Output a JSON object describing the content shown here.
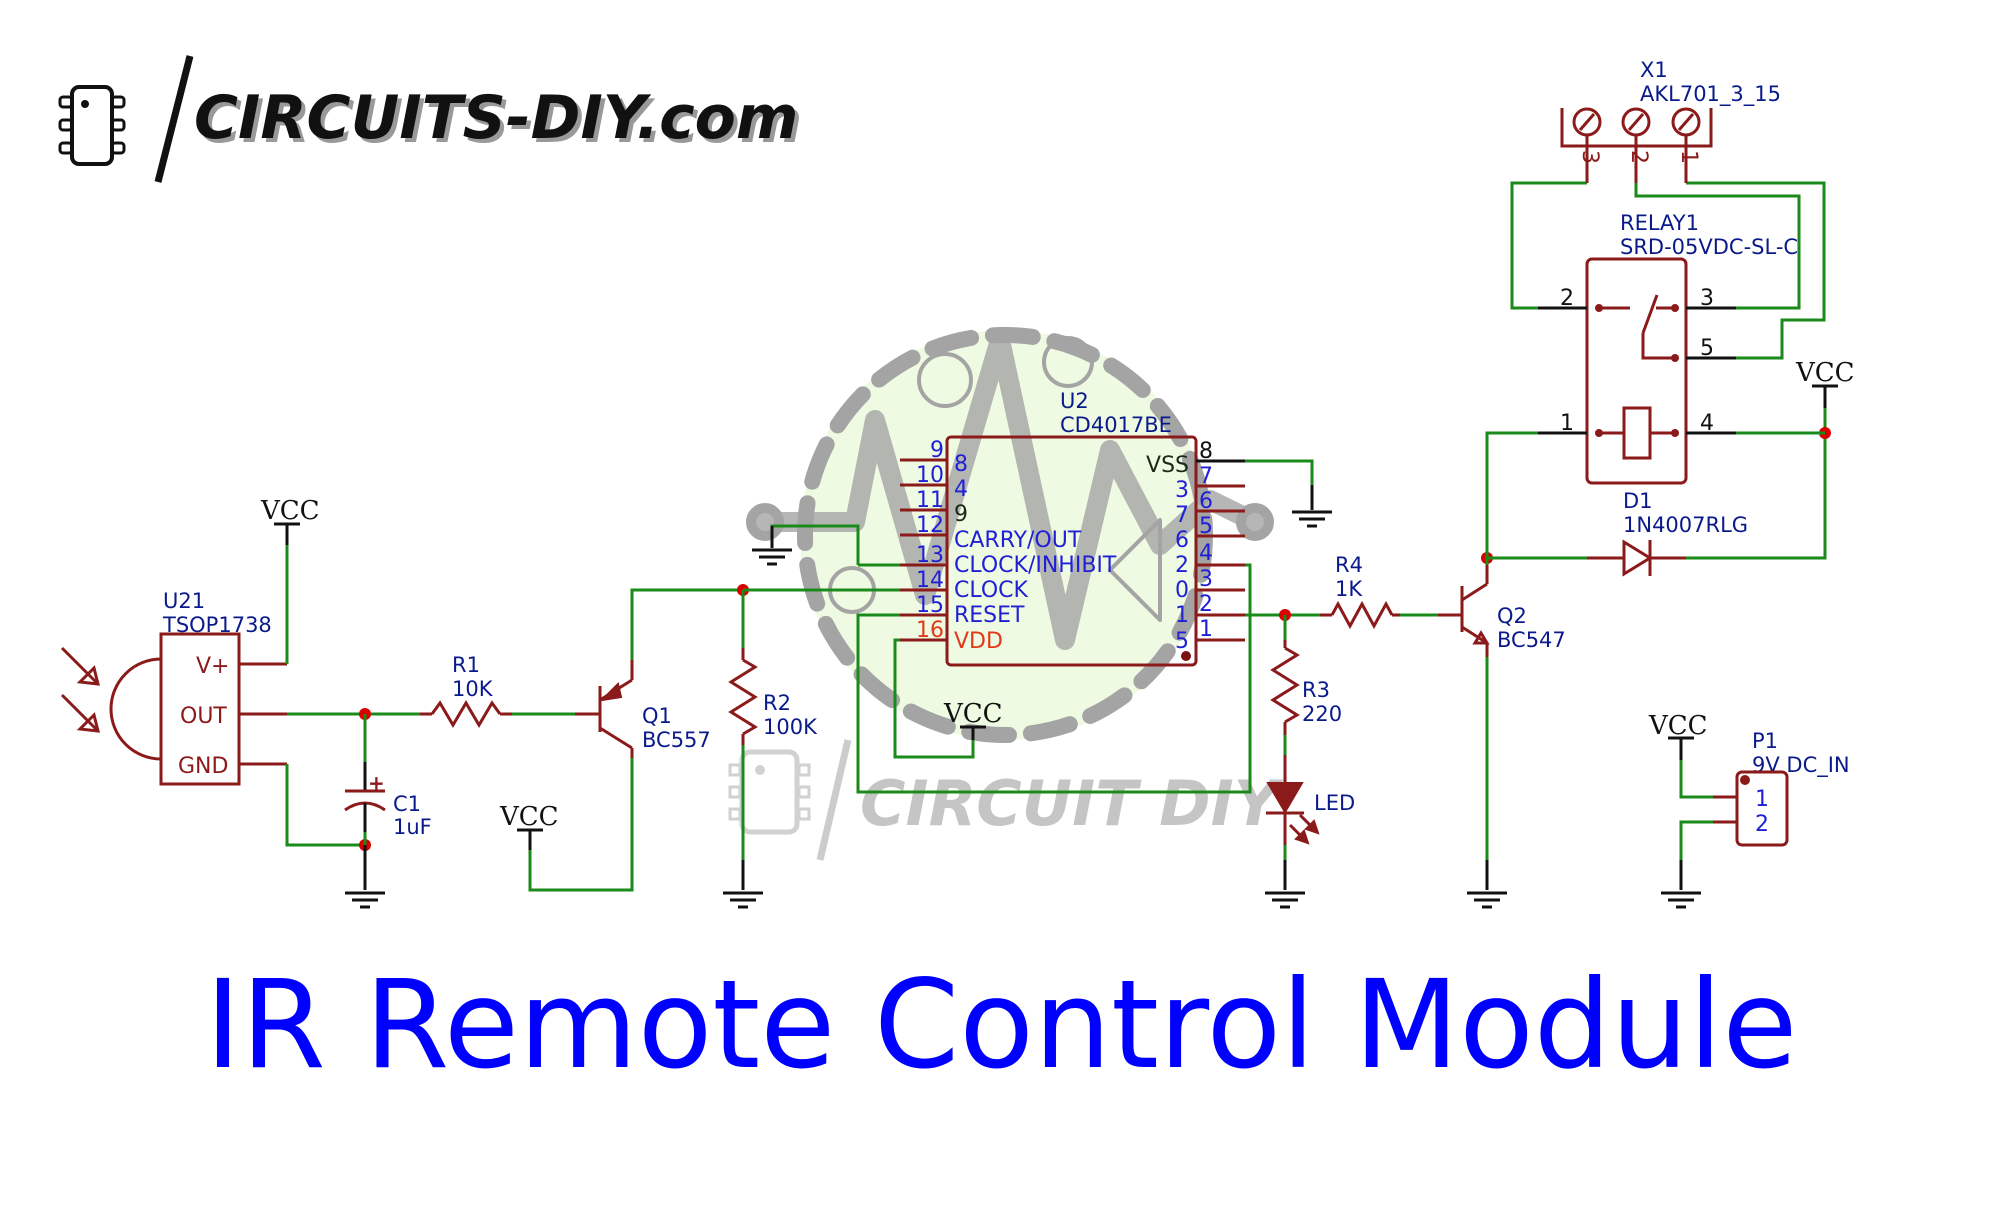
{
  "logo": {
    "text": "CIRCUITS-DIY.com",
    "icon": "ic-chip-icon"
  },
  "watermark": {
    "text": "CIRCUIT DIY",
    "icon": "ic-chip-icon"
  },
  "title": "IR Remote Control Module",
  "colors": {
    "wire": "#1a8a1a",
    "component": "#8b1a1a",
    "label": "#0a1a8a",
    "pin_number": "#1f1fd6",
    "junction": "#d90000",
    "title": "#0000ff",
    "vdd": "#e03a1a"
  },
  "power": {
    "vcc_label": "VCC"
  },
  "components": {
    "u21": {
      "ref": "U21",
      "value": "TSOP1738",
      "pins": [
        "V+",
        "OUT",
        "GND"
      ]
    },
    "r1": {
      "ref": "R1",
      "value": "10K"
    },
    "c1": {
      "ref": "C1",
      "value": "1uF",
      "polarity": "+"
    },
    "q1": {
      "ref": "Q1",
      "value": "BC557"
    },
    "r2": {
      "ref": "R2",
      "value": "100K"
    },
    "u2": {
      "ref": "U2",
      "value": "CD4017BE",
      "left_pins": [
        {
          "num": "9",
          "name": "8"
        },
        {
          "num": "10",
          "name": "4"
        },
        {
          "num": "11",
          "name": "9"
        },
        {
          "num": "12",
          "name": "CARRY/OUT"
        },
        {
          "num": "13",
          "name": "CLOCK/INHIBIT"
        },
        {
          "num": "14",
          "name": "CLOCK"
        },
        {
          "num": "15",
          "name": "RESET"
        },
        {
          "num": "16",
          "name": "VDD"
        }
      ],
      "right_pins": [
        {
          "num": "8",
          "name": "VSS"
        },
        {
          "num": "7",
          "name": "3"
        },
        {
          "num": "6",
          "name": "7"
        },
        {
          "num": "5",
          "name": "6"
        },
        {
          "num": "4",
          "name": "2"
        },
        {
          "num": "3",
          "name": "0"
        },
        {
          "num": "2",
          "name": "1"
        },
        {
          "num": "1",
          "name": "5"
        }
      ]
    },
    "r3": {
      "ref": "R3",
      "value": "220"
    },
    "led": {
      "ref": "LED"
    },
    "r4": {
      "ref": "R4",
      "value": "1K"
    },
    "q2": {
      "ref": "Q2",
      "value": "BC547"
    },
    "d1": {
      "ref": "D1",
      "value": "1N4007RLG"
    },
    "relay1": {
      "ref": "RELAY1",
      "value": "SRD-05VDC-SL-C",
      "pins": {
        "p1": "1",
        "p2": "2",
        "p3": "3",
        "p4": "4",
        "p5": "5"
      }
    },
    "x1": {
      "ref": "X1",
      "value": "AKL701_3_15",
      "pins": [
        "3",
        "2",
        "1"
      ]
    },
    "p1": {
      "ref": "P1",
      "value": "9V DC_IN",
      "pins": [
        "1",
        "2"
      ]
    }
  }
}
